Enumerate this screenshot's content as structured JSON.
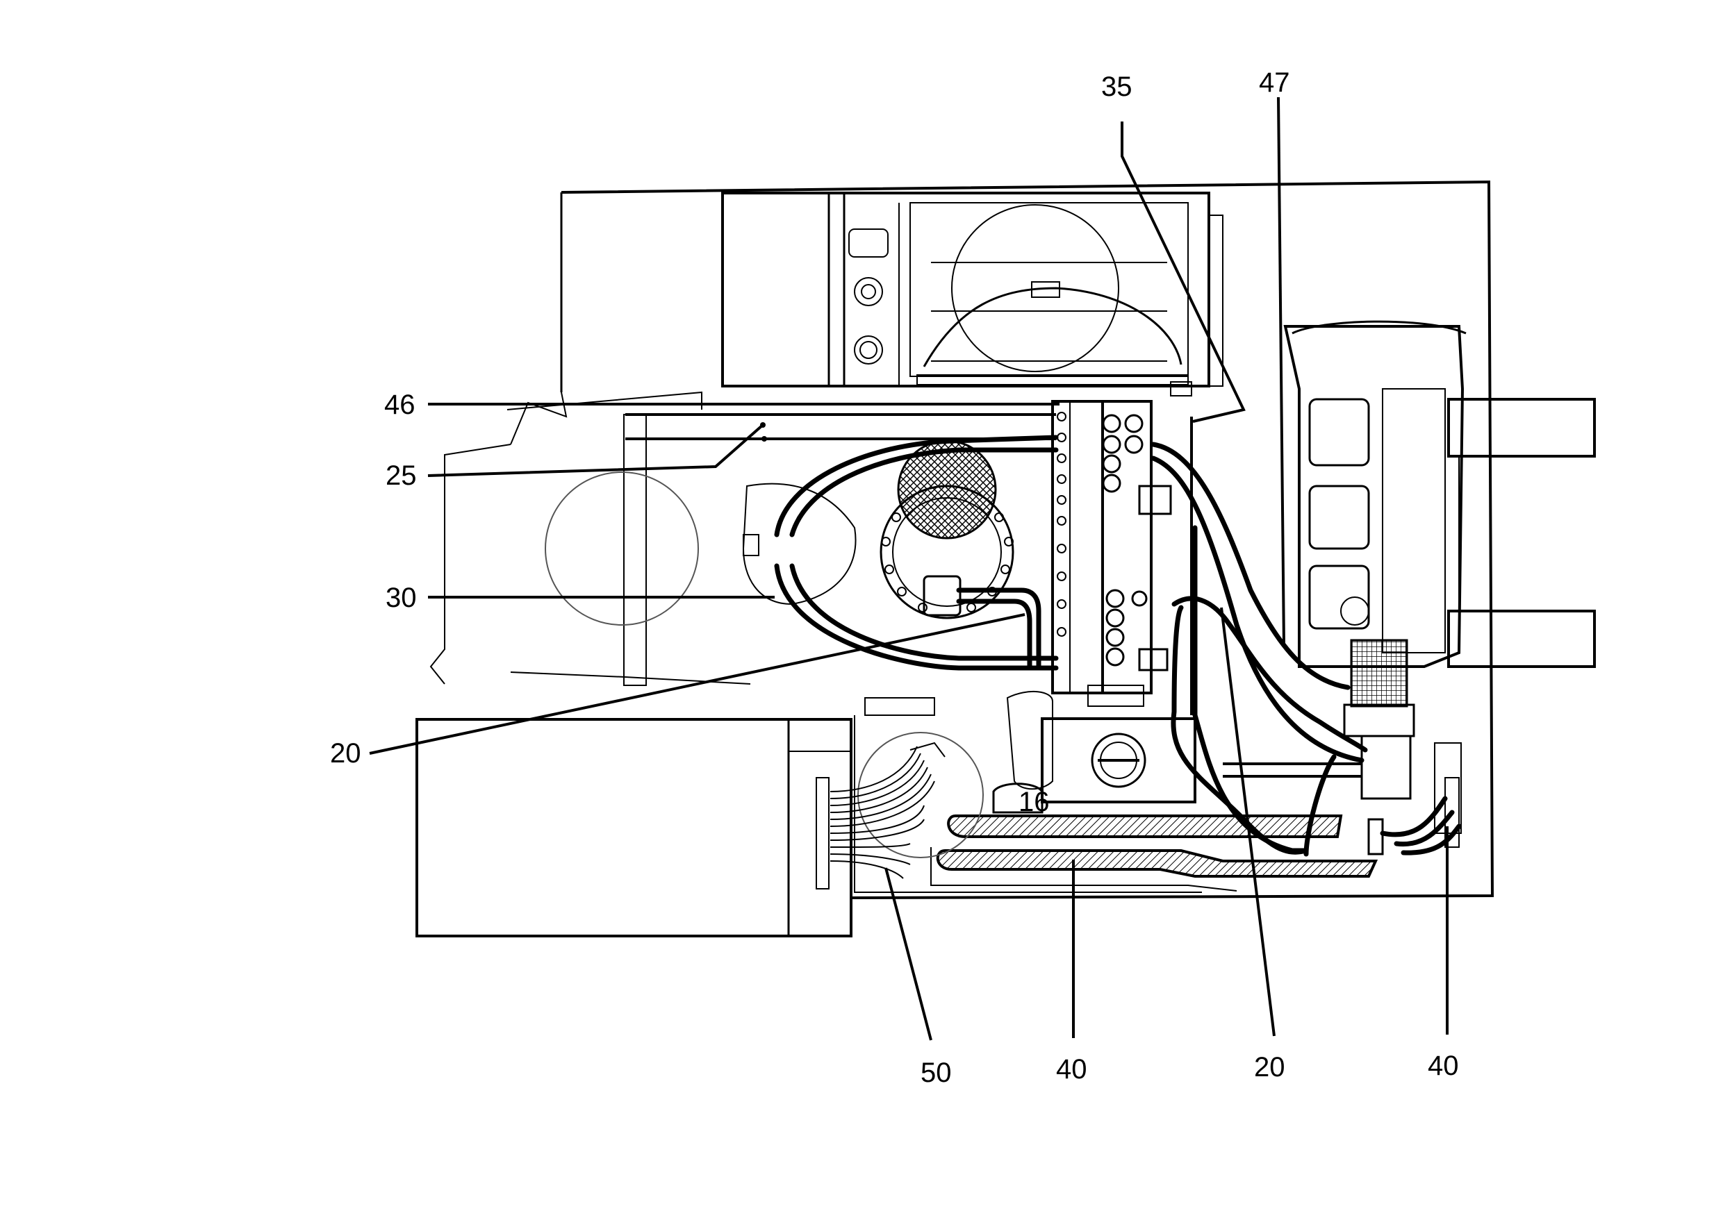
{
  "diagram": {
    "style": {
      "line_color": "#000000",
      "background": "#ffffff"
    },
    "callouts": {
      "c35": "35",
      "c47": "47",
      "c46": "46",
      "c25": "25",
      "c30": "30",
      "c20_left": "20",
      "c50": "50",
      "c40_left": "40",
      "c20_bottom": "20",
      "c40_right": "40"
    },
    "component_labels": {
      "small_mark": "16"
    }
  }
}
